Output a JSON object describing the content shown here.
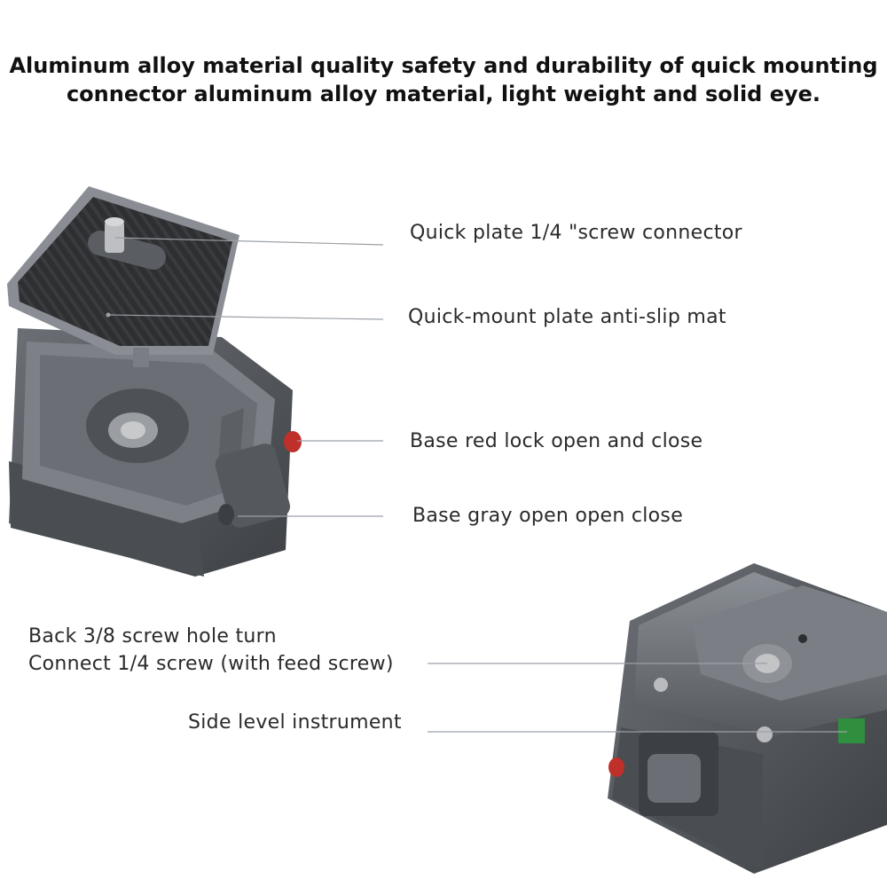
{
  "headline": {
    "line1": "Aluminum alloy material quality safety and durability of quick mounting",
    "line2": "connector aluminum alloy material, light weight and solid eye."
  },
  "callouts": {
    "quick_plate_screw": "Quick plate 1/4 \"screw connector",
    "anti_slip_mat": "Quick-mount plate anti-slip mat",
    "red_lock": "Base red lock open and close",
    "gray_knob": "Base gray open open close",
    "back_hole_line1": "Back 3/8 screw hole turn",
    "back_hole_line2": "Connect 1/4 screw (with feed screw)",
    "level": "Side level instrument"
  }
}
